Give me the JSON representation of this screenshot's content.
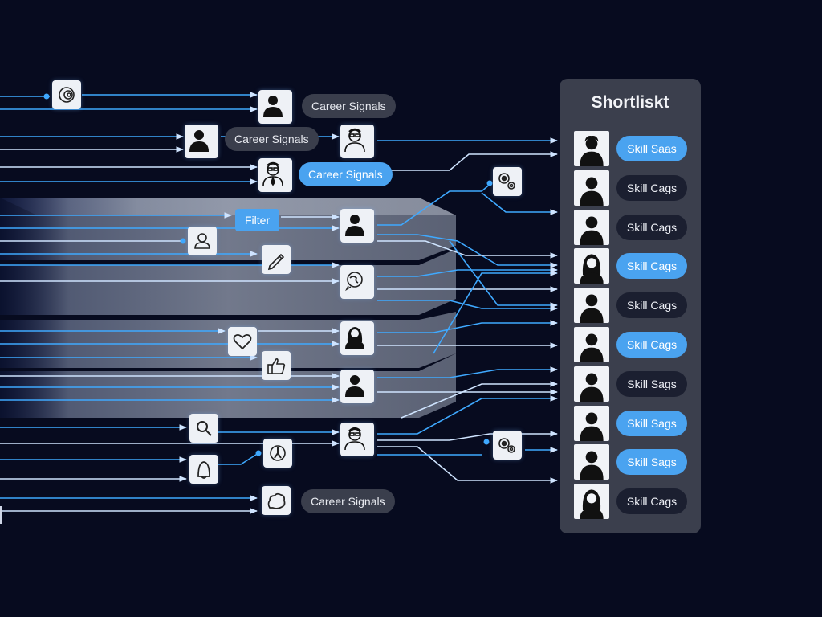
{
  "labels": {
    "career_1": "Career Signals",
    "career_2": "Career Signals",
    "career_3": "Career Signals",
    "career_4": "Career Signals",
    "filter": "Filter"
  },
  "shortlist": {
    "title": "Shortliskt",
    "rows": [
      {
        "skill": "Skill Saas",
        "style": "blue",
        "avatar": "person-curly-hair-icon"
      },
      {
        "skill": "Skill Cags",
        "style": "dark",
        "avatar": "person-icon"
      },
      {
        "skill": "Skill Cags",
        "style": "dark",
        "avatar": "person-icon"
      },
      {
        "skill": "Skill Cags",
        "style": "blue",
        "avatar": "person-long-hair-icon"
      },
      {
        "skill": "Skill Cags",
        "style": "dark",
        "avatar": "person-icon"
      },
      {
        "skill": "Skill Cags",
        "style": "blue",
        "avatar": "person-icon"
      },
      {
        "skill": "Skill Sags",
        "style": "dark",
        "avatar": "person-icon"
      },
      {
        "skill": "Skill Sags",
        "style": "blue",
        "avatar": "person-icon"
      },
      {
        "skill": "Skill Sags",
        "style": "blue",
        "avatar": "person-icon"
      },
      {
        "skill": "Skill Cags",
        "style": "dark",
        "avatar": "person-long-hair-icon"
      }
    ]
  },
  "colors": {
    "background": "#070b1f",
    "line_blue": "#3fa9ff",
    "line_light": "#cfe4ff",
    "tag_blue": "#4aa3f0",
    "tag_dark": "#3a3e4c",
    "panel": "#3b3f4d"
  }
}
